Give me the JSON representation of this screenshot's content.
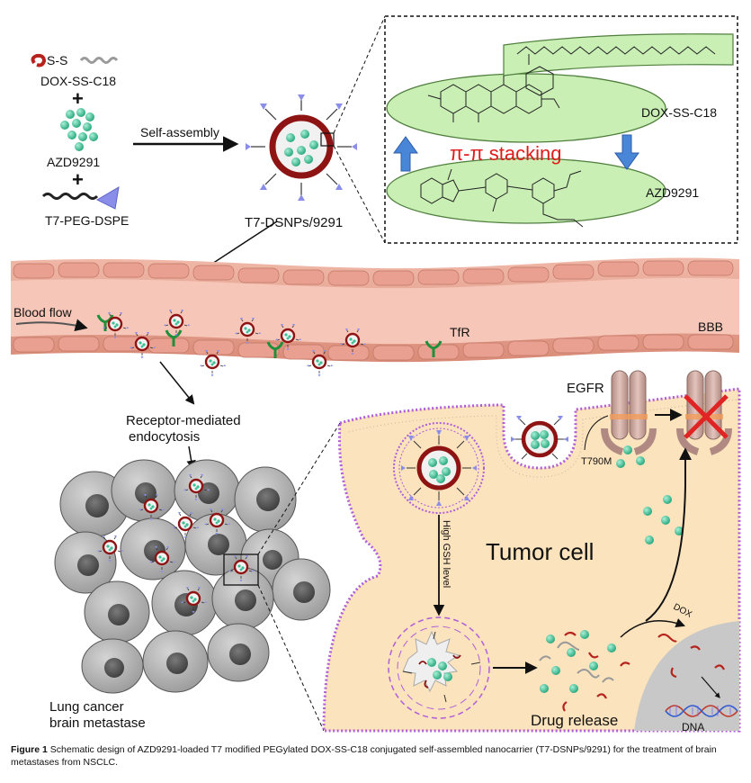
{
  "labels": {
    "dox_ss_c18": "DOX-SS-C18",
    "ss": "S-S",
    "azd9291": "AZD9291",
    "t7_peg_dspe": "T7-PEG-DSPE",
    "plus": "+",
    "self_assembly": "Self-assembly",
    "nanoparticle": "T7-DSNPs/9291",
    "pi_stacking": "π-π stacking",
    "dox_ss_c18_disk": "DOX-SS-C18",
    "azd9291_disk": "AZD9291",
    "blood_flow": "Blood flow",
    "tfr": "TfR",
    "bbb": "BBB",
    "egfr": "EGFR",
    "t790m": "T790M",
    "receptor_line1": "Receptor-mediated",
    "receptor_line2": "endocytosis",
    "lung_line1": "Lung cancer",
    "lung_line2": "brain metastase",
    "tumor_cell": "Tumor cell",
    "high_gsh": "High GSH level",
    "drug_release": "Drug release",
    "dox": "DOX",
    "dna": "DNA"
  },
  "caption": {
    "figure_label": "Figure 1",
    "text": "Schematic design of AZD9291-loaded T7 modified PEGylated DOX-SS-C18 conjugated self-assembled nanocarrier (T7-DSNPs/9291) for the treatment of brain metastases from NSCLC."
  },
  "colors": {
    "nanoparticle_ring": "#8e1414",
    "drug_sphere": "#3fbf95",
    "disk_fill": "#c9efb4",
    "vessel_wall": "#e8a796",
    "vessel_lumen": "#f6c6b8",
    "tumor_fill": "#fbe3bd",
    "membrane": "#b05ed8",
    "receptor_green": "#1f8f3a",
    "egfr": "#c9a49b",
    "cross": "#e02424",
    "pi_text": "#e01b1b",
    "arrow_blue": "#4a86d8",
    "peg_tip": "#8a8ee8"
  }
}
